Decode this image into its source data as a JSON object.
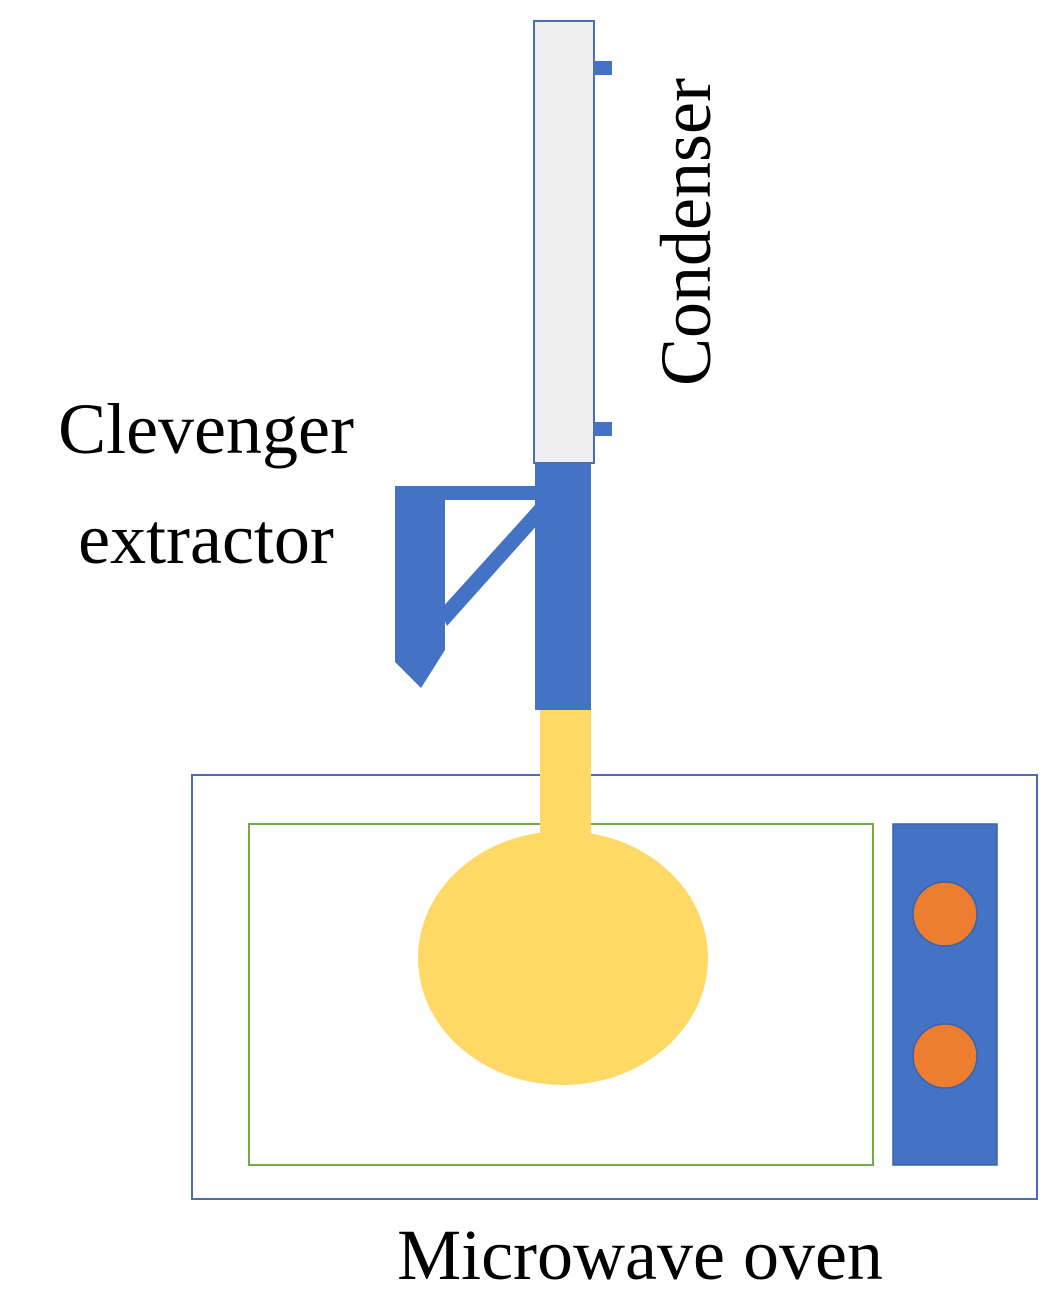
{
  "labels": {
    "condenser": "Condenser",
    "clevenger_line1": "Clevenger",
    "clevenger_line2": "extractor",
    "microwave": "Microwave oven"
  },
  "colors": {
    "condenser_fill": "#efefef",
    "condenser_stroke": "#4a6eb5",
    "apparatus_blue": "#4472c4",
    "flask_yellow": "#ffd966",
    "knob_orange": "#ed7d31",
    "oven_outline": "#4a6eb5",
    "oven_window_outline": "#70ad47"
  },
  "icons": {
    "condenser": "condenser-tube-icon",
    "extractor": "clevenger-extractor-icon",
    "flask": "round-bottom-flask-icon",
    "oven": "microwave-oven-icon",
    "knob": "control-knob-icon"
  }
}
